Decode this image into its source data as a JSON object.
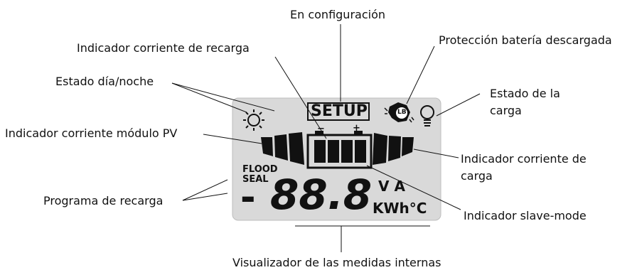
{
  "labels": {
    "en_configuracion": "En configuración",
    "indicador_corriente_recarga": "Indicador corriente de recarga",
    "proteccion_bateria": "Protección batería descargada",
    "estado_dia_noche": "Estado día/noche",
    "estado_carga_1": "Estado de la",
    "estado_carga_2": "carga",
    "indicador_modulo_pv": "Indicador corriente módulo PV",
    "indicador_carga_1": "Indicador corriente de",
    "indicador_carga_2": "carga",
    "programa_recarga": "Programa de recarga",
    "indicador_slave": "Indicador slave-mode",
    "visualizador": "Visualizador de las medidas internas"
  },
  "lcd": {
    "setup": "SETUP",
    "flood": "FLOOD",
    "seal": "SEAL",
    "minus_sign": "-",
    "digits": "88.8",
    "units_top": "V A",
    "units_bottom": "KWh°C",
    "battery_minus": "−",
    "battery_plus": "+",
    "lb": "LB"
  },
  "colors": {
    "lcd_background": "#d9d9d9",
    "lcd_border": "#bdbdbd",
    "segment": "#111111",
    "line": "#111111"
  },
  "icons": [
    "sun-icon",
    "moon-icon",
    "low-battery-hand-icon",
    "bulb-icon",
    "battery-icon"
  ]
}
